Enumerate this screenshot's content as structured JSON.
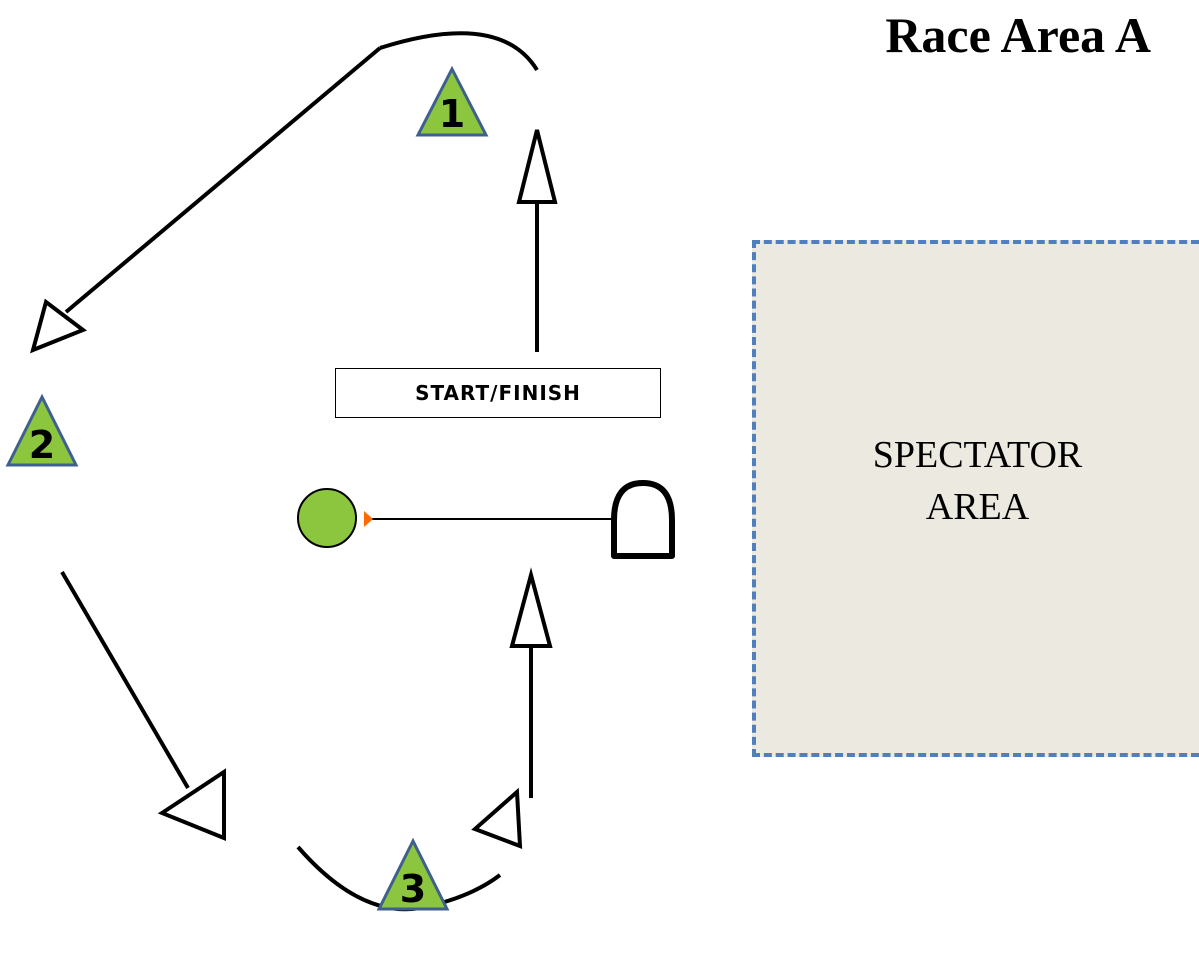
{
  "title": "Race Area A",
  "start_finish_label": "START/FINISH",
  "spectator_area": {
    "line1": "SPECTATOR",
    "line2": "AREA"
  },
  "marks": [
    {
      "label": "1",
      "color": "#8cc63f"
    },
    {
      "label": "2",
      "color": "#8cc63f"
    },
    {
      "label": "3",
      "color": "#8cc63f"
    }
  ],
  "colors": {
    "mark_fill": "#8cc63f",
    "mark_outline": "#3f5f8f",
    "pin_buoy": "#8cc63f",
    "spectator_fill": "#ece9e1",
    "spectator_border": "#4f7fbd"
  }
}
